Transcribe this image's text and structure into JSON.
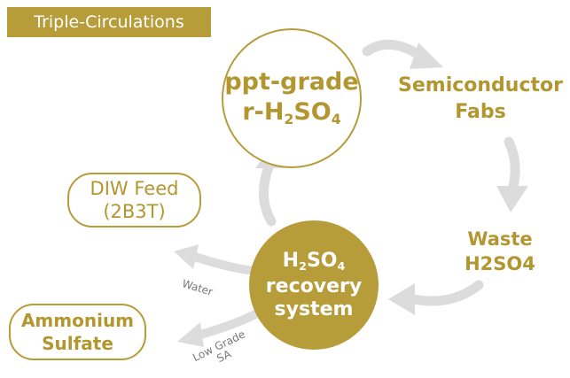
{
  "banner": {
    "title": "Triple-Circulations"
  },
  "nodes": {
    "ppt_grade": {
      "line1": "ppt-grade",
      "line2_prefix": "r-H",
      "line2_sub1": "2",
      "line2_mid": "SO",
      "line2_sub2": "4"
    },
    "fabs": {
      "line1": "Semiconductor",
      "line2": "Fabs"
    },
    "waste": {
      "line1": "Waste",
      "line2": "H2SO4"
    },
    "recovery": {
      "line1_prefix": "H",
      "line1_sub1": "2",
      "line1_mid": "SO",
      "line1_sub2": "4",
      "line2": "recovery",
      "line3": "system"
    },
    "diw": {
      "line1": "DIW Feed",
      "line2": "(2B3T)"
    },
    "ammonium": {
      "line1": "Ammonium",
      "line2": "Sulfate"
    }
  },
  "arrow_labels": {
    "water": "Water",
    "low_grade_1": "Low Grade",
    "low_grade_2": "SA"
  },
  "colors": {
    "gold": "#b79c3a",
    "arrow": "#dcdcdc",
    "label_gray": "#777777"
  }
}
